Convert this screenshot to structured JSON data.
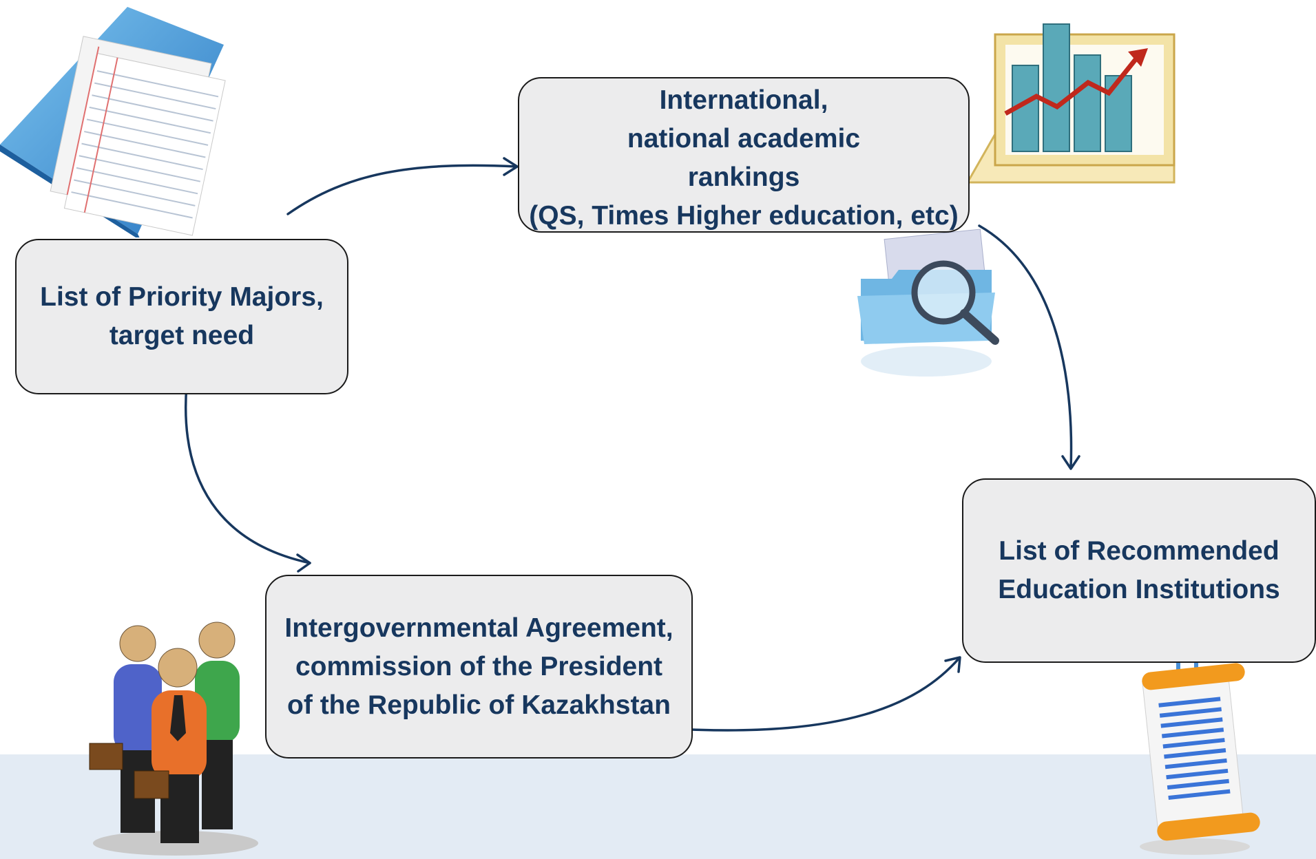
{
  "nodes": {
    "priority_majors": "List of Priority Majors,\ntarget need",
    "rankings": "International,\nnational academic\nrankings\n(QS, Times Higher education, etc)",
    "agreement": "Intergovernmental Agreement,\ncommission of the President\nof the Republic of Kazakhstan",
    "recommended": "List of Recommended\nEducation Institutions"
  },
  "edges": [
    {
      "from": "priority_majors",
      "to": "rankings"
    },
    {
      "from": "rankings",
      "to": "recommended"
    },
    {
      "from": "priority_majors",
      "to": "agreement"
    },
    {
      "from": "agreement",
      "to": "recommended"
    }
  ],
  "colors": {
    "text": "#17375e",
    "arrow": "#17375e",
    "box_fill": "#ececed",
    "band": "#e3ebf4"
  },
  "icons": [
    "notebook-papers-icon",
    "bar-chart-icon",
    "folder-magnifier-icon",
    "business-people-icon",
    "scroll-document-icon"
  ]
}
